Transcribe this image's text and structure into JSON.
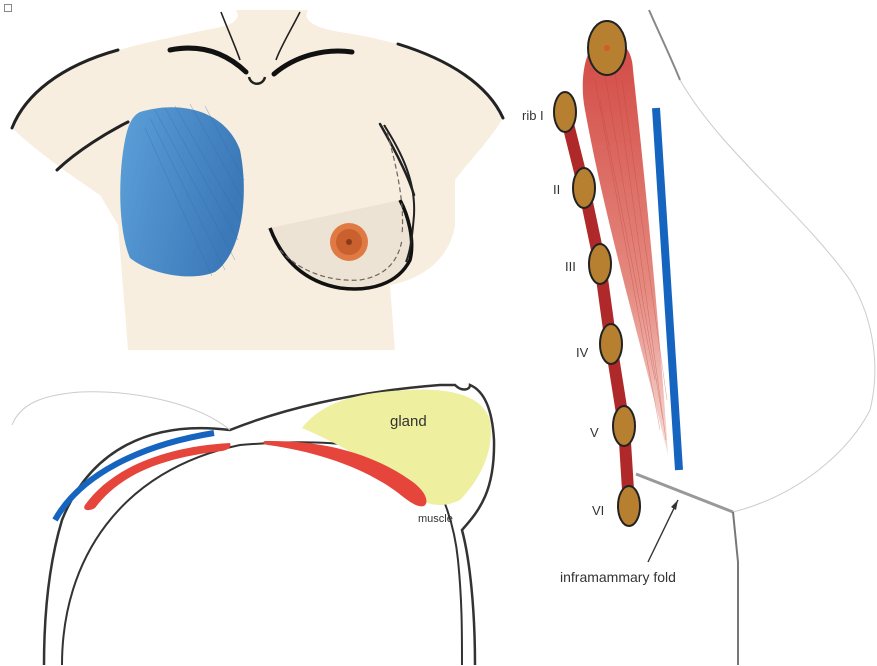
{
  "labels": {
    "gland": "gland",
    "muscle": "muscle",
    "rib_1": "rib I",
    "rib_2": "II",
    "rib_3": "III",
    "rib_4": "IV",
    "rib_5": "V",
    "rib_6": "VI",
    "fold": "inframammary fold"
  },
  "colors": {
    "skin": "#f8eee0",
    "muscle_blue": "#4d8fcf",
    "line_blue": "#1565c0",
    "muscle_red": "#e5453b",
    "rib_dark": "#b0292a",
    "rib_oval": "#b78030",
    "areola": "#e07a45",
    "gland": "#eeef9f",
    "pect_red": "#d8554e"
  }
}
